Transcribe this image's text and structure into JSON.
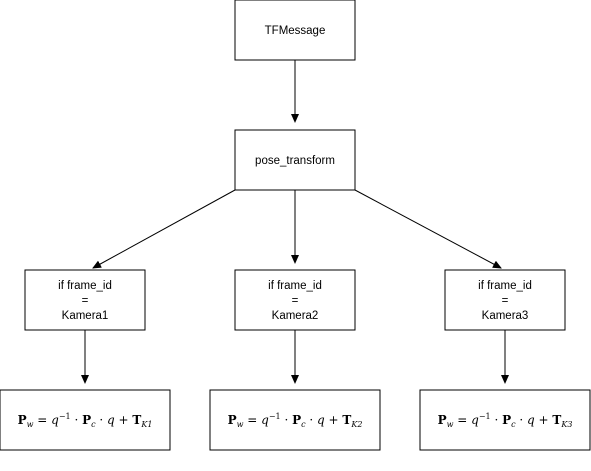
{
  "nodes": {
    "tfmessage": {
      "label": "TFMessage"
    },
    "pose_transform": {
      "label": "pose_transform"
    },
    "cond1": {
      "line1": "if frame_id",
      "line2": "=",
      "line3": "Kamera1"
    },
    "cond2": {
      "line1": "if frame_id",
      "line2": "=",
      "line3": "Kamera2"
    },
    "cond3": {
      "line1": "if frame_id",
      "line2": "=",
      "line3": "Kamera3"
    },
    "formula1": {
      "P": "P",
      "w": "w",
      "eq": " = ",
      "q": "q",
      "inv": "−1",
      "dot": " · ",
      "c": "c",
      "plus": " + ",
      "T": "T",
      "sub": "K1"
    },
    "formula2": {
      "P": "P",
      "w": "w",
      "eq": " = ",
      "q": "q",
      "inv": "−1",
      "dot": " · ",
      "c": "c",
      "plus": " + ",
      "T": "T",
      "sub": "K2"
    },
    "formula3": {
      "P": "P",
      "w": "w",
      "eq": " = ",
      "q": "q",
      "inv": "−1",
      "dot": " · ",
      "c": "c",
      "plus": " + ",
      "T": "T",
      "sub": "K3"
    }
  },
  "colors": {
    "stroke": "#000000",
    "fill": "#ffffff"
  }
}
